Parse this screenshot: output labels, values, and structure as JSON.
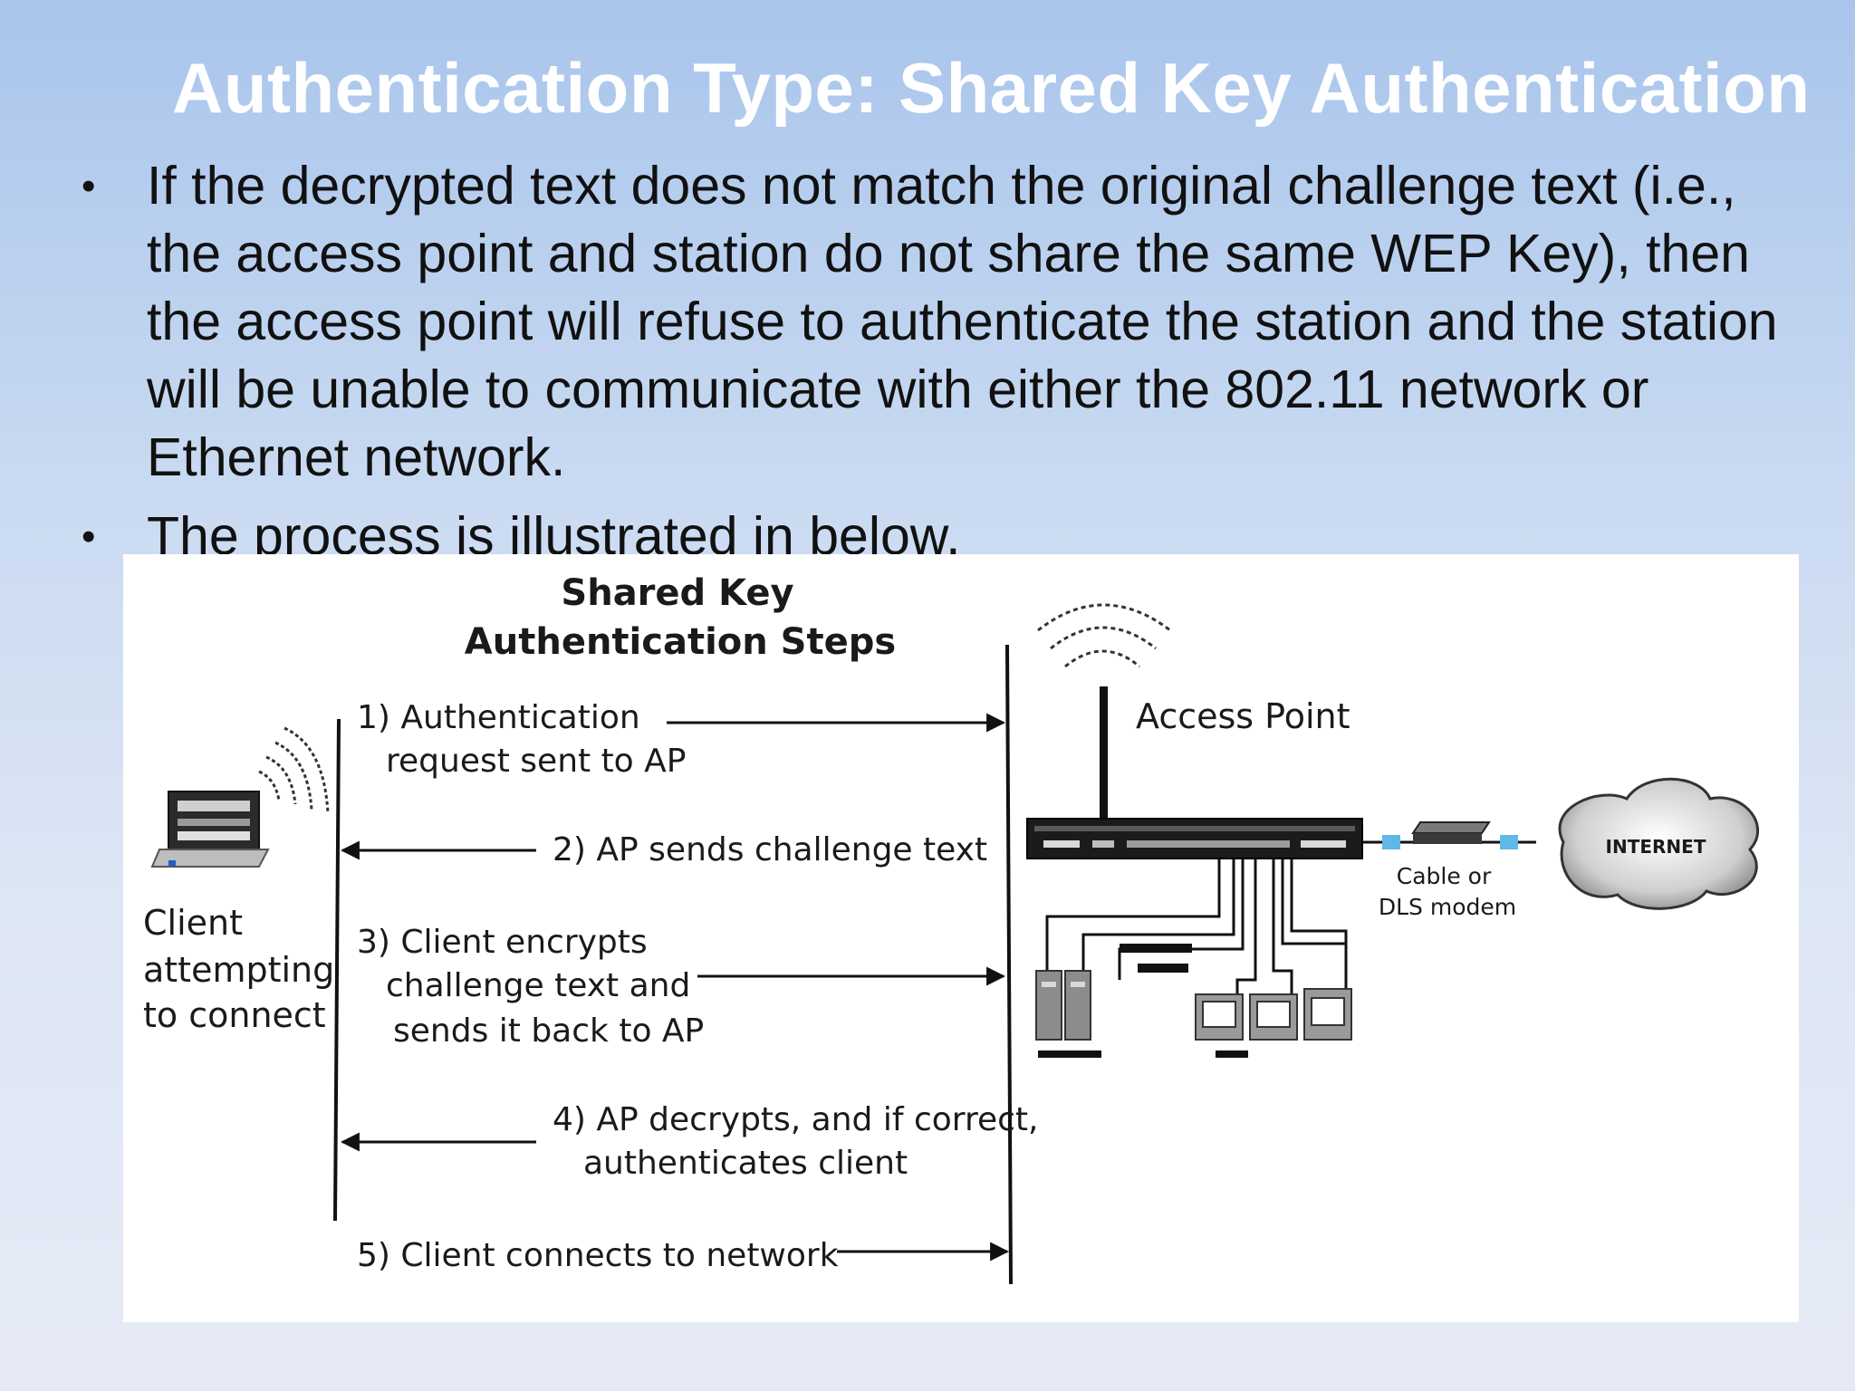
{
  "slide": {
    "title": "Authentication Type: Shared Key Authentication",
    "bullets": [
      "If the decrypted text does not match the original challenge text (i.e., the access point and station do not share the same WEP Key), then the access point will refuse to authenticate the station and the station will be unable to communicate with either the 802.11 network or Ethernet network.",
      "The process is illustrated in below."
    ]
  },
  "diagram": {
    "title_line1": "Shared Key",
    "title_line2": "Authentication Steps",
    "client_label": [
      "Client",
      "attempting",
      "to connect"
    ],
    "ap_label": "Access Point",
    "modem_label": [
      "Cable or",
      "DLS modem"
    ],
    "cloud_label": "INTERNET",
    "steps": {
      "s1": [
        "1) Authentication",
        "request sent to AP"
      ],
      "s2": [
        "2) AP sends challenge text"
      ],
      "s3": [
        "3) Client encrypts",
        "challenge text and",
        "sends it back to AP"
      ],
      "s4": [
        "4) AP decrypts, and if correct,",
        "authenticates client"
      ],
      "s5": [
        "5) Client connects to network"
      ]
    },
    "icons": [
      "laptop-icon",
      "wifi-waves-icon",
      "router-icon",
      "modem-icon",
      "cloud-icon",
      "server-icon",
      "pc-icon"
    ]
  }
}
